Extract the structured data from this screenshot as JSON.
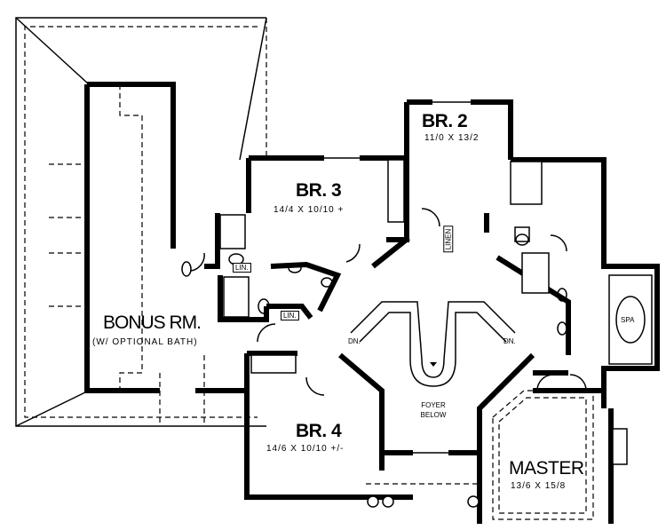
{
  "rooms": {
    "br2": {
      "name": "BR. 2",
      "size": "11/0 X 13/2"
    },
    "br3": {
      "name": "BR. 3",
      "size": "14/4 X 10/10 +"
    },
    "bonus": {
      "name": "BONUS RM.",
      "note": "(W/ OPTIONAL BATH)"
    },
    "br4": {
      "name": "BR. 4",
      "size": "14/6 X 10/10 +/-"
    },
    "master": {
      "name": "MASTER",
      "size": "13/6 X 15/8"
    },
    "foyer": {
      "line1": "FOYER",
      "line2": "BELOW"
    }
  },
  "labels": {
    "dn_left": "DN.",
    "dn_right": "DN.",
    "lin1": "LIN.",
    "lin2": "LIN.",
    "linen": "LINEN",
    "spa": "SPA"
  }
}
